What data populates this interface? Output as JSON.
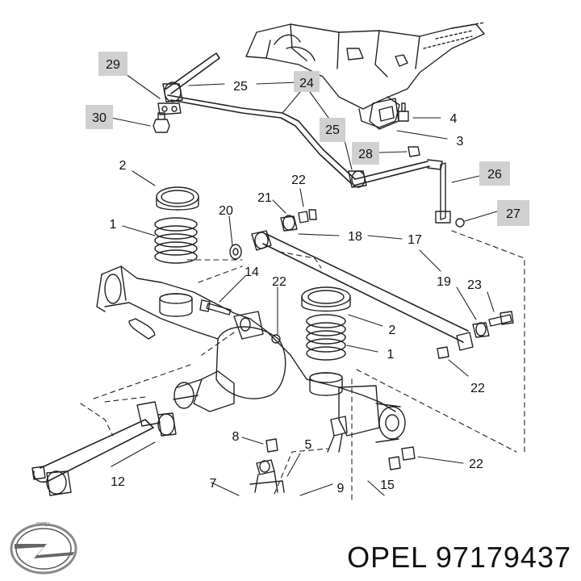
{
  "brand": {
    "name": "OPEL",
    "part_number": "97179437",
    "logo_text": "OPEL"
  },
  "callouts": [
    {
      "id": "c29",
      "label": "29",
      "boxed": true
    },
    {
      "id": "c30",
      "label": "30",
      "boxed": true
    },
    {
      "id": "c25a",
      "label": "25",
      "boxed": false
    },
    {
      "id": "c24",
      "label": "24",
      "boxed": false
    },
    {
      "id": "c25b",
      "label": "25",
      "boxed": false
    },
    {
      "id": "c28",
      "label": "28",
      "boxed": true
    },
    {
      "id": "c4",
      "label": "4",
      "boxed": false
    },
    {
      "id": "c3",
      "label": "3",
      "boxed": false
    },
    {
      "id": "c26",
      "label": "26",
      "boxed": true
    },
    {
      "id": "c27",
      "label": "27",
      "boxed": true
    },
    {
      "id": "c2a",
      "label": "2",
      "boxed": false
    },
    {
      "id": "c22a",
      "label": "22",
      "boxed": false
    },
    {
      "id": "c21",
      "label": "21",
      "boxed": false
    },
    {
      "id": "c20",
      "label": "20",
      "boxed": false
    },
    {
      "id": "c1a",
      "label": "1",
      "boxed": false
    },
    {
      "id": "c18",
      "label": "18",
      "boxed": false
    },
    {
      "id": "c17",
      "label": "17",
      "boxed": false
    },
    {
      "id": "c14",
      "label": "14",
      "boxed": false
    },
    {
      "id": "c22b",
      "label": "22",
      "boxed": false
    },
    {
      "id": "c19",
      "label": "19",
      "boxed": false
    },
    {
      "id": "c23",
      "label": "23",
      "boxed": false
    },
    {
      "id": "c2b",
      "label": "2",
      "boxed": false
    },
    {
      "id": "c1b",
      "label": "1",
      "boxed": false
    },
    {
      "id": "c22c",
      "label": "22",
      "boxed": false
    },
    {
      "id": "c8",
      "label": "8",
      "boxed": false
    },
    {
      "id": "c5",
      "label": "5",
      "boxed": false
    },
    {
      "id": "c22d",
      "label": "22",
      "boxed": false
    },
    {
      "id": "c12",
      "label": "12",
      "boxed": false
    },
    {
      "id": "c7",
      "label": "7",
      "boxed": false
    },
    {
      "id": "c9",
      "label": "9",
      "boxed": false
    },
    {
      "id": "c15",
      "label": "15",
      "boxed": false
    }
  ]
}
